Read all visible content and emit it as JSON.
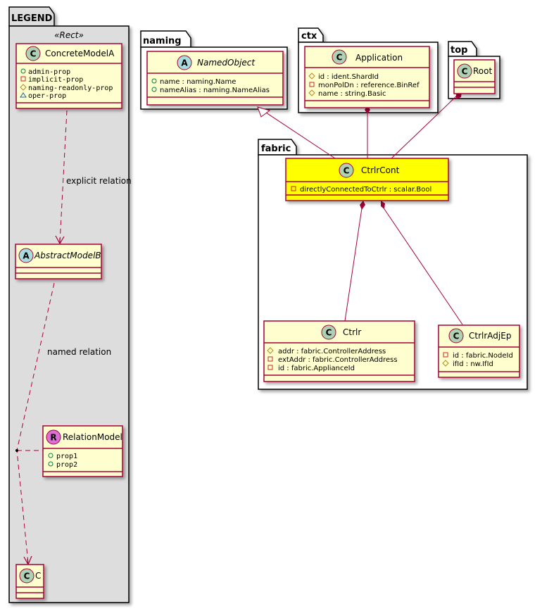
{
  "colors": {
    "class_fill": "#FEFECE",
    "class_border": "#A80036",
    "highlight_fill": "#FFFF00",
    "package_fill": "#FFFFFF",
    "legend_fill": "#DDDDDD",
    "badge_class": "#ADD1B2",
    "badge_abstract": "#A9DCDF",
    "badge_relation": "#DA70D6",
    "edge": "#A80036"
  },
  "packages": {
    "legend": {
      "name": "LEGEND",
      "stereotype": "«Rect»"
    },
    "naming": {
      "name": "naming"
    },
    "ctx": {
      "name": "ctx"
    },
    "top": {
      "name": "top"
    },
    "fabric": {
      "name": "fabric"
    }
  },
  "classes": {
    "concrete_model_a": {
      "badge": "C",
      "name": "ConcreteModelA",
      "attributes": [
        {
          "visibility": "public",
          "symbol": "circle",
          "text": "admin-prop"
        },
        {
          "visibility": "private",
          "symbol": "square",
          "text": "implicit-prop"
        },
        {
          "visibility": "protected",
          "symbol": "diamond",
          "text": "naming-readonly-prop"
        },
        {
          "visibility": "package",
          "symbol": "triangle",
          "text": "oper-prop"
        }
      ]
    },
    "abstract_model_b": {
      "badge": "A",
      "name": "AbstractModelB",
      "attributes": []
    },
    "relation_model": {
      "badge": "R",
      "name": "RelationModel",
      "attributes": [
        {
          "visibility": "public",
          "symbol": "circle",
          "text": "prop1"
        },
        {
          "visibility": "public",
          "symbol": "circle",
          "text": "prop2"
        }
      ]
    },
    "c": {
      "badge": "C",
      "name": "C",
      "attributes": []
    },
    "named_object": {
      "badge": "A",
      "name": "NamedObject",
      "attributes": [
        {
          "visibility": "public",
          "symbol": "circle",
          "text": "name : naming.Name"
        },
        {
          "visibility": "public",
          "symbol": "circle",
          "text": "nameAlias : naming.NameAlias"
        }
      ]
    },
    "application": {
      "badge": "C",
      "name": "Application",
      "attributes": [
        {
          "visibility": "protected",
          "symbol": "diamond",
          "text": "id : ident.ShardId"
        },
        {
          "visibility": "private",
          "symbol": "square",
          "text": "monPolDn : reference.BinRef"
        },
        {
          "visibility": "protected",
          "symbol": "diamond",
          "text": "name : string.Basic"
        }
      ]
    },
    "root": {
      "badge": "C",
      "name": "Root",
      "attributes": []
    },
    "ctrlr_cont": {
      "badge": "C",
      "name": "CtrlrCont",
      "attributes": [
        {
          "visibility": "private",
          "symbol": "square",
          "text": "directlyConnectedToCtrlr : scalar.Bool"
        }
      ]
    },
    "ctrlr": {
      "badge": "C",
      "name": "Ctrlr",
      "attributes": [
        {
          "visibility": "protected",
          "symbol": "diamond",
          "text": "addr : fabric.ControllerAddress"
        },
        {
          "visibility": "private",
          "symbol": "square",
          "text": "extAddr : fabric.ControllerAddress"
        },
        {
          "visibility": "private",
          "symbol": "square",
          "text": "id : fabric.ApplianceId"
        }
      ]
    },
    "ctrlr_adj_ep": {
      "badge": "C",
      "name": "CtrlrAdjEp",
      "attributes": [
        {
          "visibility": "private",
          "symbol": "square",
          "text": "id : fabric.NodeId"
        },
        {
          "visibility": "protected",
          "symbol": "diamond",
          "text": "ifId : nw.IfId"
        }
      ]
    }
  },
  "edges": {
    "explicit_relation": {
      "label": "explicit relation",
      "from": "ConcreteModelA",
      "to": "AbstractModelB",
      "type": "dashed-arrow"
    },
    "named_relation": {
      "label": "named relation",
      "from": "AbstractModelB",
      "to": "C",
      "type": "dashed-arrow",
      "association_class": "RelationModel"
    },
    "named_object_generalization": {
      "from": "CtrlrCont",
      "to": "NamedObject",
      "type": "generalization"
    },
    "application_composition": {
      "from": "Application",
      "to": "CtrlrCont",
      "type": "composition"
    },
    "root_composition": {
      "from": "Root",
      "to": "CtrlrCont",
      "type": "composition"
    },
    "ctrlr_composition": {
      "from": "CtrlrCont",
      "to": "Ctrlr",
      "type": "composition"
    },
    "ctrlr_adj_ep_composition": {
      "from": "CtrlrCont",
      "to": "CtrlrAdjEp",
      "type": "composition"
    }
  }
}
